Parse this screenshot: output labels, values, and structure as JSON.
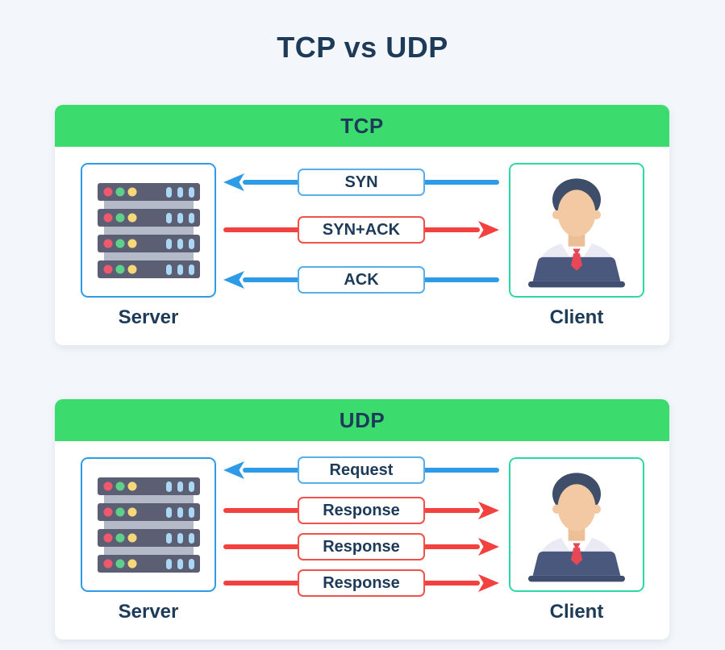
{
  "title": "TCP vs UDP",
  "colors": {
    "background": "#f3f7fb",
    "card": "#ffffff",
    "header_green": "#3bdc6d",
    "navy_text": "#1d3b58",
    "blue_arrow": "#2e9be6",
    "blue_box_border": "#58aeea",
    "red_arrow": "#f2413e",
    "red_box_border": "#f25048",
    "server_box_border": "#2e9be6",
    "client_box_border": "#2bd9a5"
  },
  "panels": [
    {
      "header": "TCP",
      "server": {
        "label": "Server",
        "icon": "server-rack-icon"
      },
      "client": {
        "label": "Client",
        "icon": "person-laptop-icon"
      },
      "messages": [
        {
          "label": "SYN",
          "direction": "client-to-server",
          "color": "blue"
        },
        {
          "label": "SYN+ACK",
          "direction": "server-to-client",
          "color": "red"
        },
        {
          "label": "ACK",
          "direction": "client-to-server",
          "color": "blue"
        }
      ]
    },
    {
      "header": "UDP",
      "server": {
        "label": "Server",
        "icon": "server-rack-icon"
      },
      "client": {
        "label": "Client",
        "icon": "person-laptop-icon"
      },
      "messages": [
        {
          "label": "Request",
          "direction": "client-to-server",
          "color": "blue"
        },
        {
          "label": "Response",
          "direction": "server-to-client",
          "color": "red"
        },
        {
          "label": "Response",
          "direction": "server-to-client",
          "color": "red"
        },
        {
          "label": "Response",
          "direction": "server-to-client",
          "color": "red"
        }
      ]
    }
  ]
}
